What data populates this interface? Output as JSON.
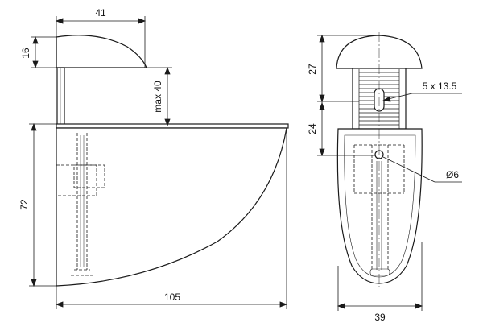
{
  "dimensions": {
    "side_width_top": "41",
    "side_height_top": "16",
    "side_max_gap": "max 40",
    "side_height_body": "72",
    "side_width_total": "105",
    "front_height_top": "27",
    "front_height_slot": "24",
    "front_slot_label": "5 x 13.5",
    "front_hole_label": "Ø6",
    "front_width_total": "39"
  }
}
